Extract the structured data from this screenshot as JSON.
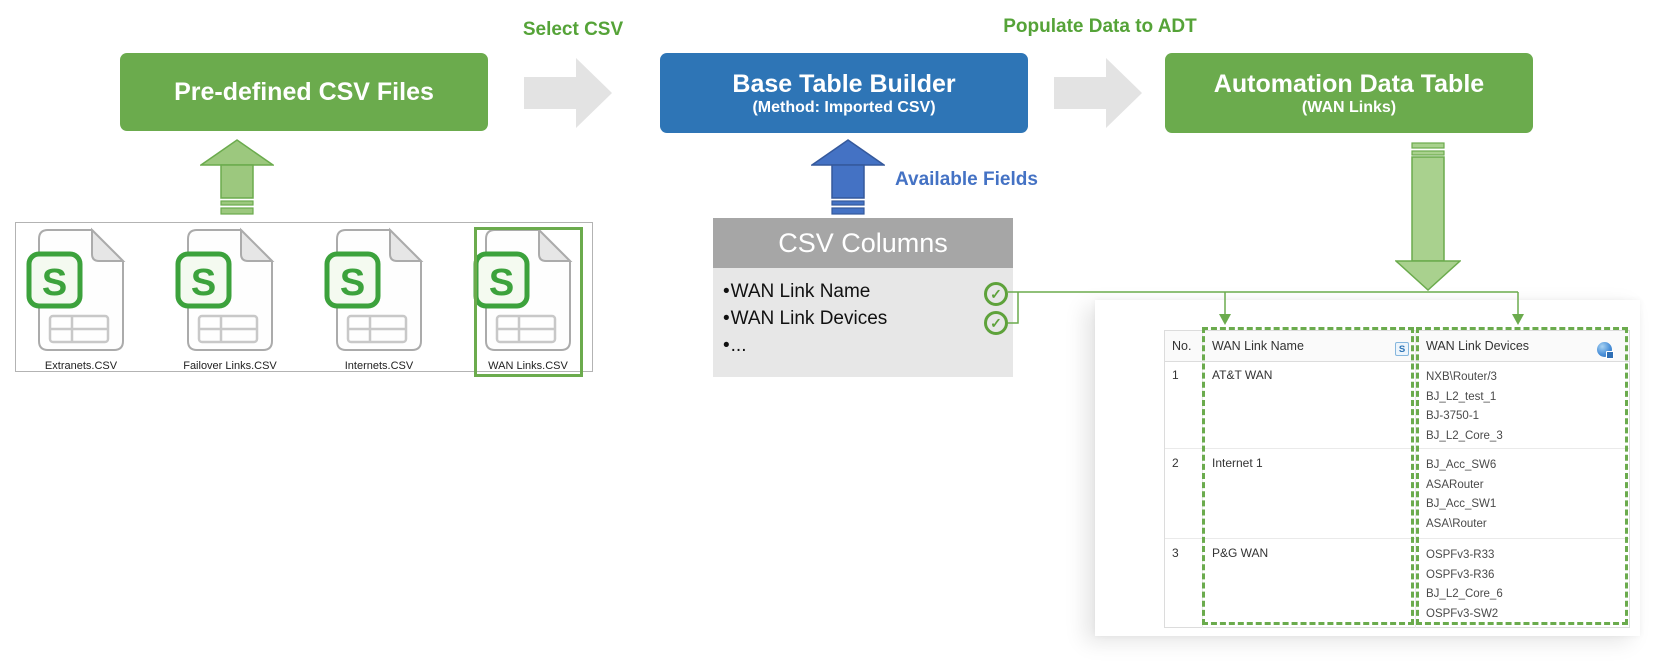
{
  "flow": {
    "boxes": [
      {
        "title": "Pre-defined CSV Files",
        "subtitle": "",
        "color": "#6BAB4D"
      },
      {
        "title": "Base Table Builder",
        "subtitle": "(Method: Imported CSV)",
        "color": "#2E75B6"
      },
      {
        "title": "Automation Data Table",
        "subtitle": "(WAN Links)",
        "color": "#6BAB4D"
      }
    ],
    "step_labels": [
      {
        "text": "Select CSV",
        "color": "#55A338"
      },
      {
        "text": "Populate Data to ADT",
        "color": "#55A338"
      }
    ],
    "available_fields_label": {
      "text": "Available Fields",
      "color": "#4472C4"
    }
  },
  "csv_files": {
    "items": [
      {
        "label": "Extranets.CSV",
        "selected": false
      },
      {
        "label": "Failover Links.CSV",
        "selected": false
      },
      {
        "label": "Internets.CSV",
        "selected": false
      },
      {
        "label": "WAN Links.CSV",
        "selected": true
      }
    ]
  },
  "csv_columns": {
    "header": "CSV Columns",
    "bullet_glyph": "•",
    "items": [
      "WAN Link Name",
      "WAN Link Devices",
      "..."
    ]
  },
  "icons": {
    "check_glyph": "✓",
    "file_badge_letter": "S"
  },
  "adt_table": {
    "headers": {
      "no": "No.",
      "name": "WAN Link Name",
      "devices": "WAN Link Devices"
    },
    "name_header_badge": "S",
    "rows": [
      {
        "no": "1",
        "name": "AT&T WAN",
        "devices": [
          "NXB\\Router/3",
          "BJ_L2_test_1",
          "BJ-3750-1",
          "BJ_L2_Core_3"
        ]
      },
      {
        "no": "2",
        "name": "Internet 1",
        "devices": [
          "BJ_Acc_SW6",
          "ASARouter",
          "BJ_Acc_SW1",
          "ASA\\Router"
        ]
      },
      {
        "no": "3",
        "name": "P&G WAN",
        "devices": [
          "OSPFv3-R33",
          "OSPFv3-R36",
          "BJ_L2_Core_6",
          "OSPFv3-SW2"
        ]
      }
    ]
  },
  "colors": {
    "box_green": "#6BAB4D",
    "box_blue": "#2E75B6",
    "arrow_gray": "#E3E3E3",
    "arrow_light_green": "#A9D18E",
    "arrow_blue": "#4472C4",
    "label_green": "#55A338",
    "label_blue": "#4472C4",
    "columns_header_gray": "#A6A6A6",
    "columns_body_gray": "#E7E7E7",
    "dashed_green": "#6BAB4D"
  }
}
